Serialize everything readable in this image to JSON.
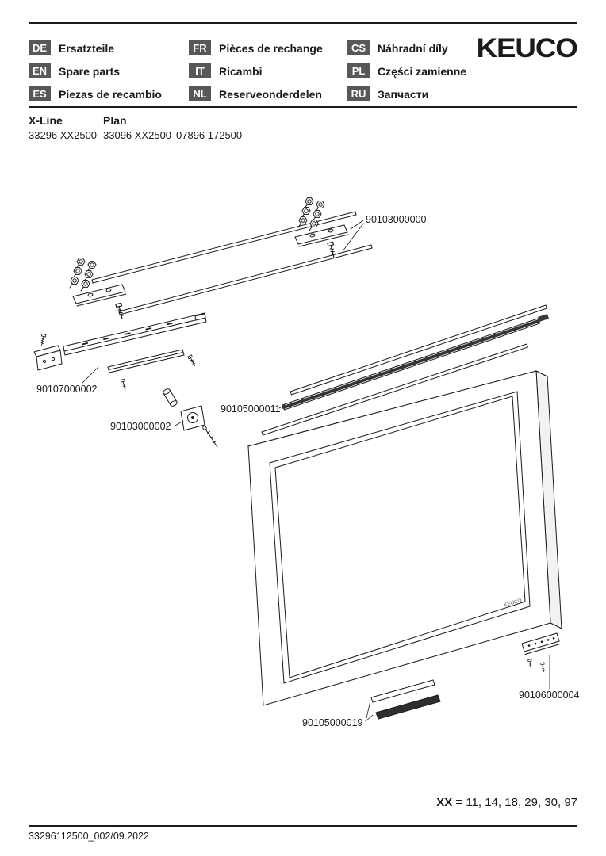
{
  "header": {
    "brand": "KEUCO",
    "languages": [
      {
        "code": "DE",
        "label": "Ersatzteile"
      },
      {
        "code": "EN",
        "label": "Spare parts"
      },
      {
        "code": "ES",
        "label": "Piezas de recambio"
      },
      {
        "code": "FR",
        "label": "Pièces de rechange"
      },
      {
        "code": "IT",
        "label": "Ricambi"
      },
      {
        "code": "NL",
        "label": "Reserveonderdelen"
      },
      {
        "code": "CS",
        "label": "Náhradní díly"
      },
      {
        "code": "PL",
        "label": "Części zamienne"
      },
      {
        "code": "RU",
        "label": "Запчасти"
      }
    ]
  },
  "product": {
    "series": [
      {
        "name": "X-Line",
        "code": "33296 XX2500"
      },
      {
        "name": "Plan",
        "code": "33096 XX2500"
      },
      {
        "name": "",
        "code": "07896 172500"
      }
    ]
  },
  "diagram": {
    "parts": [
      {
        "number": "90103000000"
      },
      {
        "number": "90107000002"
      },
      {
        "number": "90103000002"
      },
      {
        "number": "90105000011"
      },
      {
        "number": "90106000004"
      },
      {
        "number": "90105000019"
      }
    ],
    "cabinet_logo": "KEUCO"
  },
  "footnote": {
    "xx_label": "XX =",
    "xx_values": "11, 14, 18, 29, 30, 97"
  },
  "footer": {
    "document_id": "33296112500_002/09.2022"
  }
}
